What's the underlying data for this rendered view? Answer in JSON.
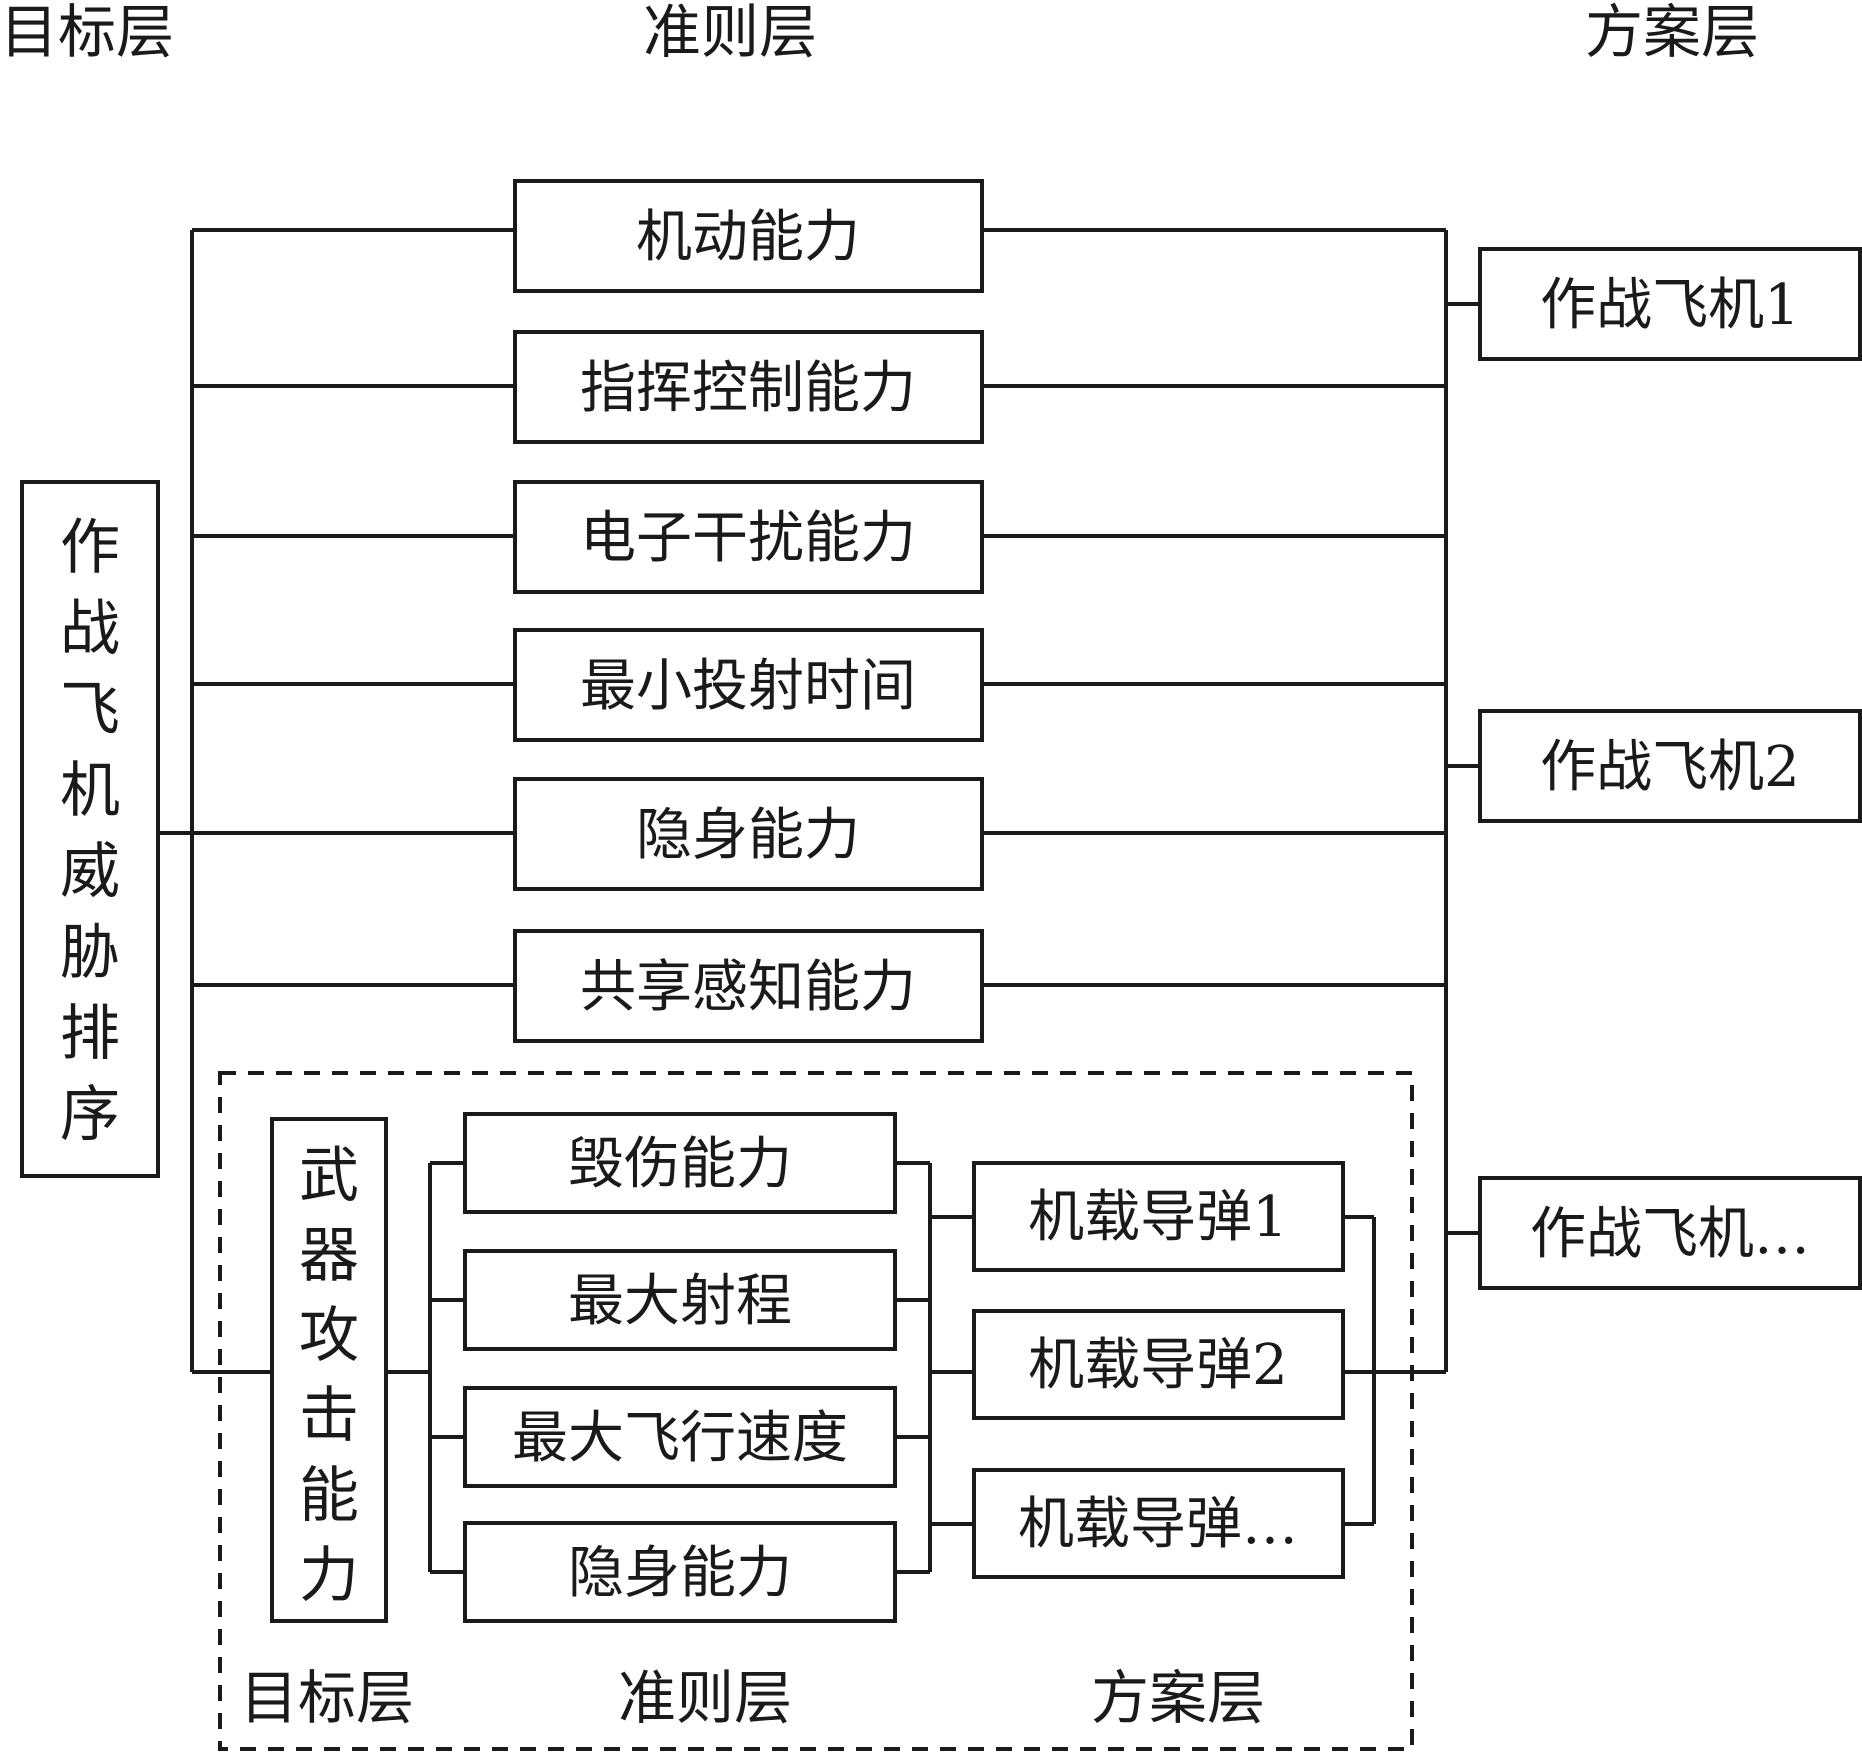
{
  "headers": {
    "goal_layer": "目标层",
    "criteria_layer": "准则层",
    "scheme_layer": "方案层"
  },
  "goal": "作战飞机威胁排序",
  "criteria": [
    "机动能力",
    "指挥控制能力",
    "电子干扰能力",
    "最小投射时间",
    "隐身能力",
    "共享感知能力"
  ],
  "schemes": [
    "作战飞机1",
    "作战飞机2",
    "作战飞机…"
  ],
  "sub_hierarchy": {
    "goal": "武器攻击能力",
    "criteria": [
      "毁伤能力",
      "最大射程",
      "最大飞行速度",
      "隐身能力"
    ],
    "schemes": [
      "机载导弹1",
      "机载导弹2",
      "机载导弹…"
    ],
    "headers": {
      "goal_layer": "目标层",
      "criteria_layer": "准则层",
      "scheme_layer": "方案层"
    }
  }
}
